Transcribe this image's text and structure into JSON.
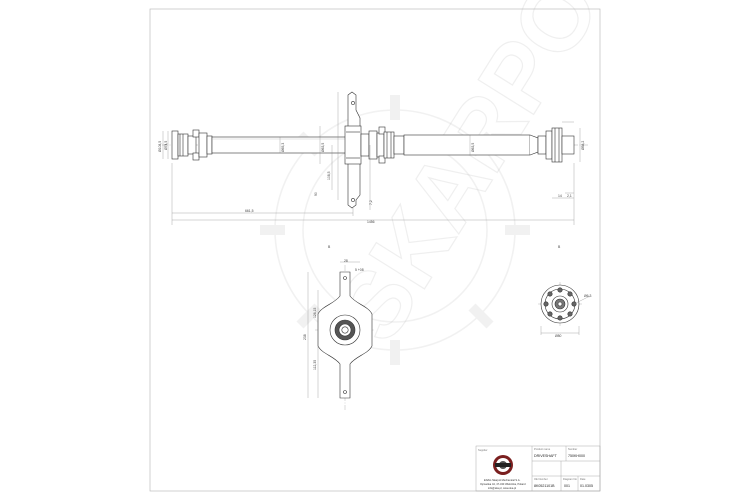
{
  "drawing": {
    "dimensions": {
      "overall_length": "1456",
      "to_bearing": "661,5",
      "bearing_height": "90",
      "bearing_center": "108,5",
      "tube_dia_1": "Ø65,3",
      "tube_dia_2": "Ø63,5",
      "tube_dia_3": "Ø63,5",
      "end_len_1": "Ø74,5",
      "left_flange": "Ø108,5",
      "right_dim_1": "14",
      "right_dim_2": "2,1",
      "right_flange_dia": "Ø58,2",
      "right_dim_top": "7,2",
      "bracket_width": "5 +08",
      "bracket_thk": "28",
      "bracket_upper": "126,15",
      "bracket_total": "238",
      "bracket_lower": "112,35",
      "flange_pcd": "Ø6,3",
      "flange_base": "Ø80",
      "view_label_1": "B",
      "view_label_2": "B"
    },
    "title_block": {
      "supplier_label": "Supplier",
      "company_name": "ENAG Skarpol Mechanical S.A.",
      "company_addr_1": "Ojcowska 44, 47-343 Wieliczka, Poland",
      "company_addr_2": "info@ska.pl, www.ska.pl",
      "product_name_label": "Product name",
      "product_name": "DRIVESHAFT",
      "number_label": "Number",
      "number": "750KH000",
      "oe_number_label": "OE Number",
      "oe_number": "8K0521101B",
      "diagram_no_label": "Diagram No",
      "diagram_no": "001",
      "date_label": "Date",
      "date": "01.0305"
    },
    "watermark": "SKARPOL"
  }
}
